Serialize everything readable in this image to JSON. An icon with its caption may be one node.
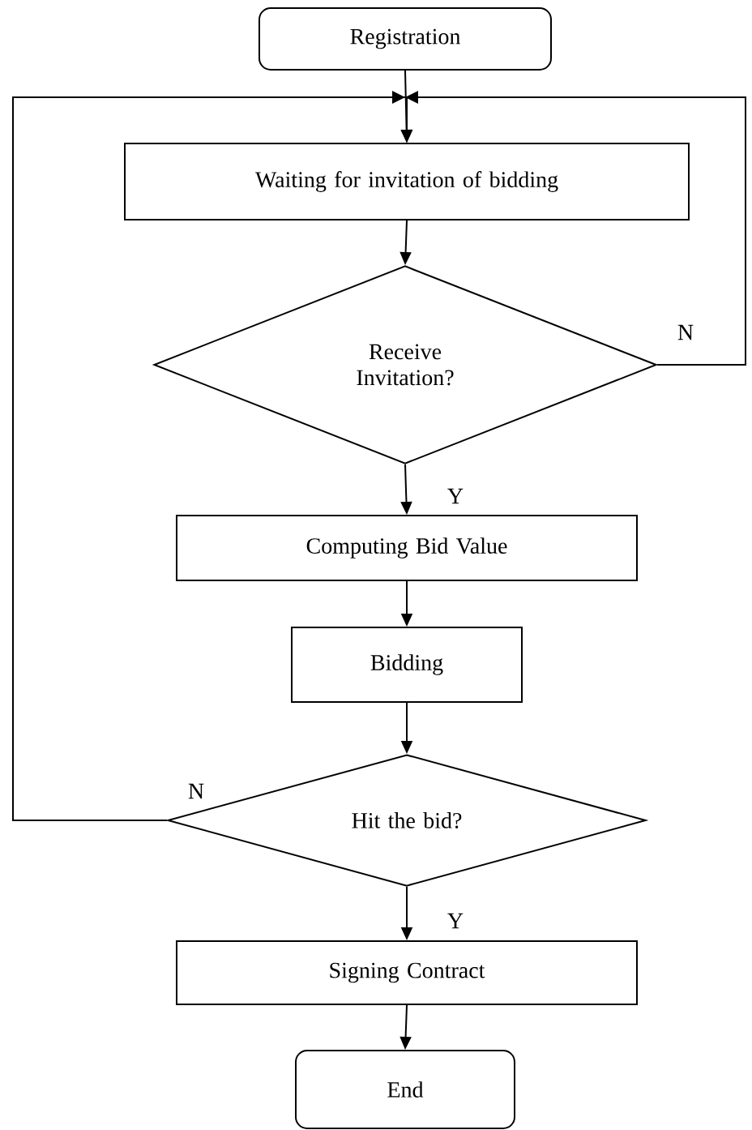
{
  "diagram": {
    "nodes": [
      {
        "text": [
          "Registration"
        ]
      },
      {
        "text": [
          "Waiting for invitation of bidding"
        ]
      },
      {
        "text": [
          "Receive Invitation?"
        ]
      },
      {
        "text": [
          "Computing Bid Value"
        ]
      },
      {
        "text": [
          "Bidding"
        ]
      },
      {
        "text": [
          "Hit the bid?"
        ]
      },
      {
        "text": [
          "Signing Contract"
        ]
      },
      {
        "text": [
          "End"
        ]
      }
    ],
    "edges": [
      {
        "from": 0,
        "to": 1,
        "arrow": "to"
      },
      {
        "from": 1,
        "to": 2,
        "arrow": "to"
      },
      {
        "from": 2,
        "to": 3,
        "arrow": "to",
        "label": "Y"
      },
      {
        "from": 3,
        "to": 4,
        "arrow": "to"
      },
      {
        "from": 4,
        "to": 5,
        "arrow": "to"
      },
      {
        "from": 5,
        "to": 6,
        "arrow": "to",
        "label": "Y"
      },
      {
        "from": 6,
        "to": 7,
        "arrow": "to"
      },
      {
        "from": 2,
        "to": 1,
        "arrow": "to",
        "label": "N"
      },
      {
        "from": 5,
        "to": 1,
        "arrow": "to",
        "label": "N"
      }
    ]
  }
}
